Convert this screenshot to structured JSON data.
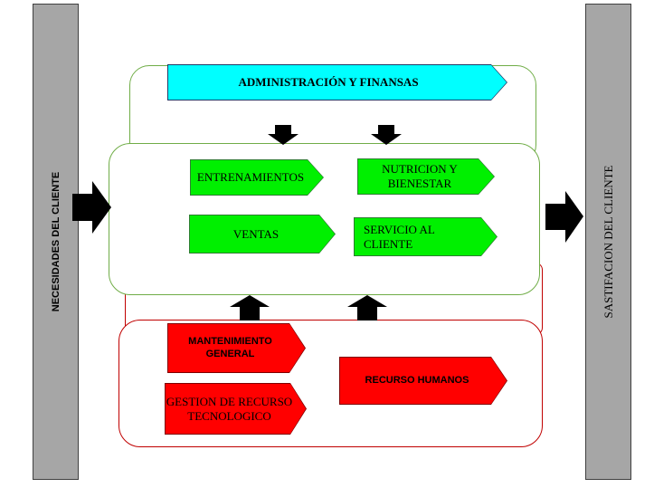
{
  "sidebars": {
    "left_label": "NECESIDADES DEL CLIENTE",
    "right_label": "SASTIFACION DEL CLIENTE"
  },
  "admin": {
    "label": "ADMINISTRACIÓN Y FINANSAS"
  },
  "core": {
    "entrenamientos": "ENTRENAMIENTOS",
    "nutricion": "NUTRICION Y BIENESTAR",
    "ventas": "VENTAS",
    "servicio": "SERVICIO AL CLIENTE"
  },
  "support": {
    "mantenimiento": "MANTENIMIENTO GENERAL",
    "gestion": "GESTION DE RECURSO TECNOLOGICO",
    "recurso_humanos": "RECURSO HUMANOS"
  },
  "colors": {
    "sidebar": "#a6a6a6",
    "admin_tag": "#00ffff",
    "core_tag": "#00f000",
    "support_tag": "#ff0000",
    "core_border": "#70ad47",
    "support_border": "#c00000",
    "arrow": "#000000"
  },
  "icons": {
    "flow_in": "arrow-right-icon",
    "flow_out": "arrow-right-icon",
    "admin_to_core": "arrow-down-icon",
    "support_to_core": "arrow-up-icon"
  }
}
